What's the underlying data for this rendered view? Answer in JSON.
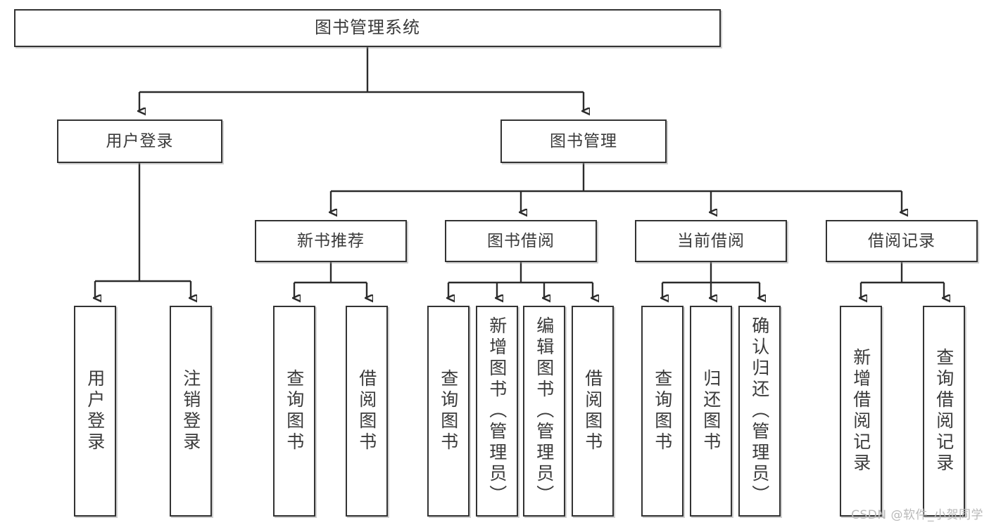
{
  "diagram": {
    "type": "tree",
    "title": "图书管理系统",
    "watermark": "CSDN @软件_小贺同学",
    "root": {
      "label": "图书管理系统"
    },
    "level2": [
      {
        "label": "用户登录"
      },
      {
        "label": "图书管理"
      }
    ],
    "level3": [
      {
        "label": "新书推荐"
      },
      {
        "label": "图书借阅"
      },
      {
        "label": "当前借阅"
      },
      {
        "label": "借阅记录"
      }
    ],
    "leaves": {
      "user_login": [
        {
          "label": "用户登录"
        },
        {
          "label": "注销登录"
        }
      ],
      "new_book": [
        {
          "label": "查询图书"
        },
        {
          "label": "借阅图书"
        }
      ],
      "book_borrow": [
        {
          "label": "查询图书"
        },
        {
          "label": "新增图书（管理员）"
        },
        {
          "label": "编辑图书（管理员）"
        },
        {
          "label": "借阅图书"
        }
      ],
      "current_borrow": [
        {
          "label": "查询图书"
        },
        {
          "label": "归还图书"
        },
        {
          "label": "确认归还（管理员）"
        }
      ],
      "borrow_record": [
        {
          "label": "新增借阅记录"
        },
        {
          "label": "查询借阅记录"
        }
      ]
    },
    "colors": {
      "box_border": "#333333",
      "line": "#2b2b2b",
      "text": "#3a3a3a",
      "background": "#ffffff",
      "watermark": "#b9b9b9"
    }
  }
}
